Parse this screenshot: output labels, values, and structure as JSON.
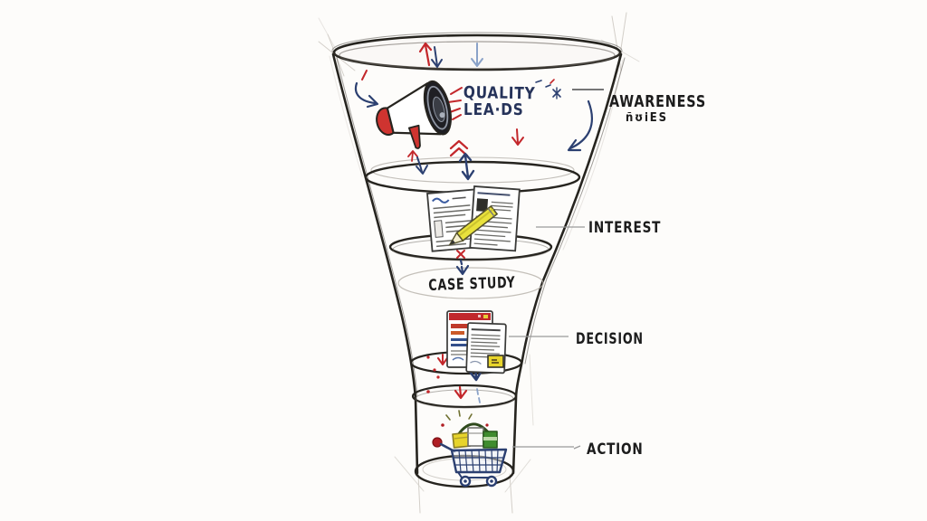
{
  "diagram": {
    "type": "marketing-funnel",
    "style": "hand-drawn-sketch",
    "stages": [
      {
        "id": "awareness",
        "label": "AWARENESS",
        "sublabel": "ñʊiES",
        "icon": "megaphone-icon",
        "annotations": [
          "QUALITY",
          "LEA·DS"
        ]
      },
      {
        "id": "interest",
        "label": "INTEREST",
        "icon": "documents-pencil-icon",
        "annotations": []
      },
      {
        "id": "decision",
        "label": "DECISION",
        "icon": "webpage-cards-icon",
        "annotations": [
          "CASE STUDY"
        ]
      },
      {
        "id": "action",
        "label": "ACTION",
        "icon": "shopping-cart-icon",
        "annotations": []
      }
    ],
    "colors": {
      "ink": "#26241f",
      "red": "#c3272b",
      "navy": "#2c4071",
      "light_blue": "#8aa2c8",
      "pencil_yellow": "#e9e23c",
      "badge_yellow": "#e7d42c",
      "green": "#3f8c2f",
      "sketch_gray": "#c9c4bd",
      "label_line_gray": "#9a9a9a",
      "background": "#fdfcfa"
    }
  }
}
